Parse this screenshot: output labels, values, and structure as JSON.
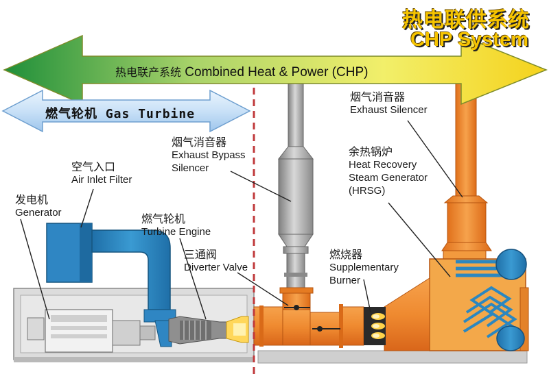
{
  "title": {
    "cn": "热电联供系统",
    "en": "CHP System"
  },
  "banner": {
    "cn": "热电联产系统",
    "en": "Combined Heat & Power (CHP)"
  },
  "gas_turbine_band": {
    "cn": "燃气轮机",
    "en": "Gas Turbine"
  },
  "labels": {
    "exhaust_silencer": {
      "cn": "烟气消音器",
      "en": "Exhaust Silencer"
    },
    "exhaust_bypass": {
      "cn": "烟气消音器",
      "en1": "Exhaust Bypass",
      "en2": "Silencer"
    },
    "hrsg": {
      "cn": "余热锅炉",
      "en1": "Heat Recovery",
      "en2": "Steam Generator",
      "en3": "(HRSG)"
    },
    "air_inlet": {
      "cn": "空气入口",
      "en": "Air Inlet Filter"
    },
    "generator": {
      "cn": "发电机",
      "en": "Generator"
    },
    "turbine_engine": {
      "cn": "燃气轮机",
      "en": "Turbine Engine"
    },
    "diverter": {
      "cn": "三通阀",
      "en": "Diverter Valve"
    },
    "burner": {
      "cn": "燃烧器",
      "en1": "Supplementary",
      "en2": "Burner"
    }
  },
  "colors": {
    "title": "#f6c400",
    "orange": "#f08a2c",
    "blue": "#2b87c0",
    "gray": "#9a9a9a",
    "divider": "#c0393b"
  }
}
